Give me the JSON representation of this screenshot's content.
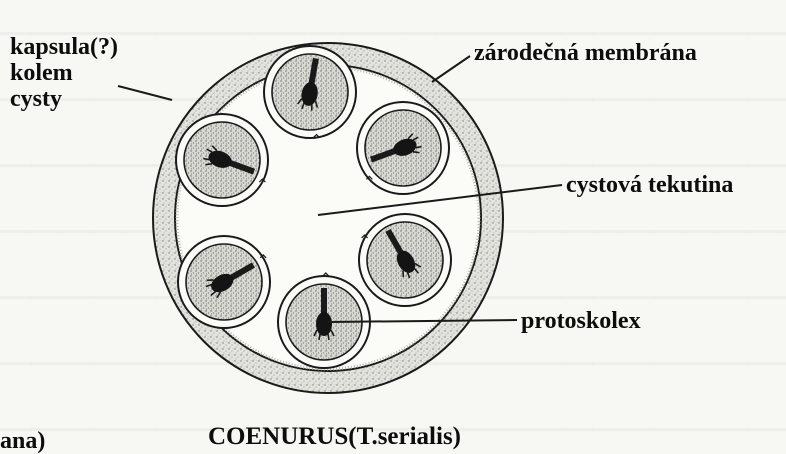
{
  "labels": {
    "capsule": [
      "kapsula(?)",
      "kolem",
      "cysty"
    ],
    "germinal_membrane": "zárodečná membrána",
    "cyst_fluid": "cystová tekutina",
    "protoscolex": "protoskolex",
    "caption": "COENURUS(T.serialis)",
    "cutoff_left": "ana)"
  },
  "colors": {
    "ink": "#1a1a1a",
    "stipple": "#8a8a8a",
    "paper": "#f7f7f3"
  }
}
